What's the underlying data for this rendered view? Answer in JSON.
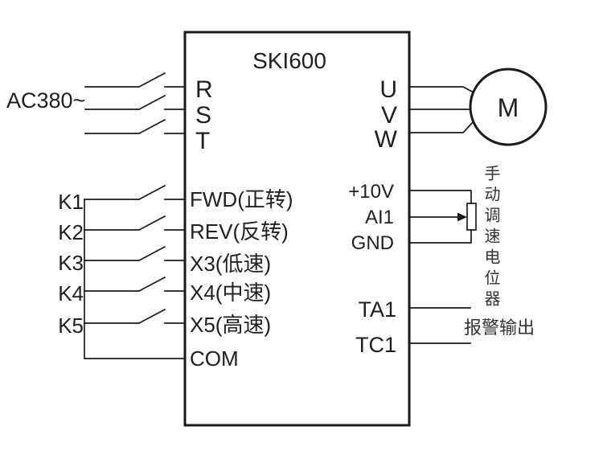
{
  "diagram": {
    "title": "SKI600",
    "colors": {
      "line": "#1a1a1a",
      "text": "#1f1f1f",
      "background": "#ffffff"
    },
    "power": {
      "source": "AC380~",
      "r": "R",
      "s": "S",
      "t": "T"
    },
    "inputs": {
      "k1": "K1",
      "k2": "K2",
      "k3": "K3",
      "k4": "K4",
      "k5": "K5",
      "fwd": "FWD(正转)",
      "rev": "REV(反转)",
      "x3": "X3(低速)",
      "x4": "X4(中速)",
      "x5": "X5(高速)",
      "com": "COM"
    },
    "output": {
      "u": "U",
      "v": "V",
      "w": "W",
      "motor": "M"
    },
    "analog": {
      "p10": "+10V",
      "ai1": "AI1",
      "gnd": "GND",
      "pot": "手动调速电位器"
    },
    "relay": {
      "ta1": "TA1",
      "tc1": "TC1",
      "label": "报警输出"
    }
  }
}
